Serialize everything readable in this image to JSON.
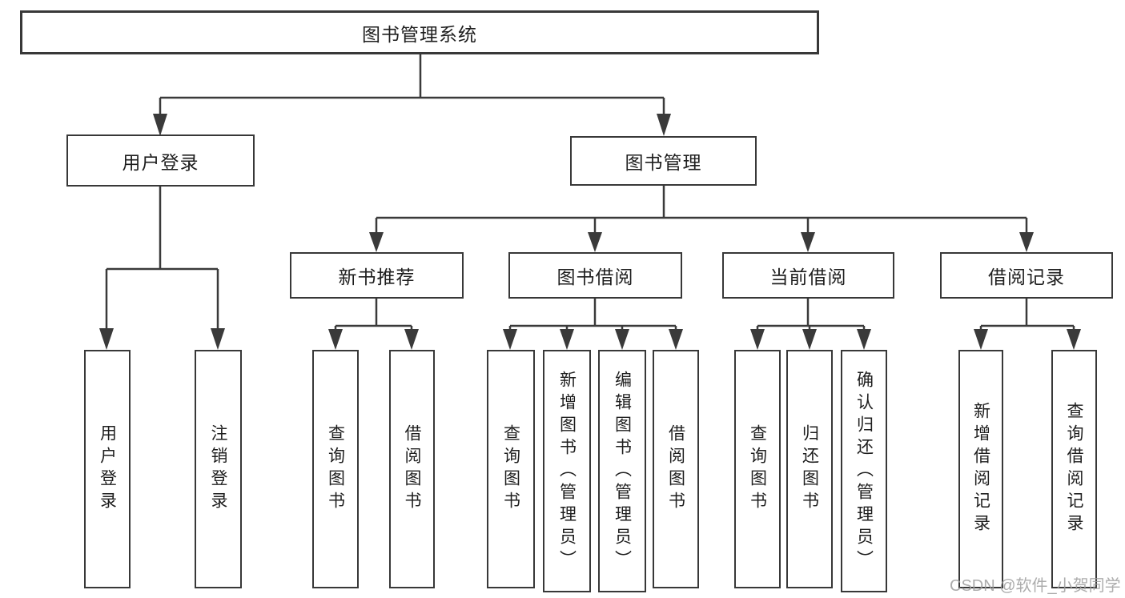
{
  "tree": {
    "label": "图书管理系统",
    "children": [
      {
        "label": "用户登录",
        "children": [
          {
            "label": "用户登录"
          },
          {
            "label": "注销登录"
          }
        ]
      },
      {
        "label": "图书管理",
        "children": [
          {
            "label": "新书推荐",
            "children": [
              {
                "label": "查询图书"
              },
              {
                "label": "借阅图书"
              }
            ]
          },
          {
            "label": "图书借阅",
            "children": [
              {
                "label": "查询图书"
              },
              {
                "label": "新增图书（管理员）"
              },
              {
                "label": "编辑图书（管理员）"
              },
              {
                "label": "借阅图书"
              }
            ]
          },
          {
            "label": "当前借阅",
            "children": [
              {
                "label": "查询图书"
              },
              {
                "label": "归还图书"
              },
              {
                "label": "确认归还（管理员）"
              }
            ]
          },
          {
            "label": "借阅记录",
            "children": [
              {
                "label": "新增借阅记录"
              },
              {
                "label": "查询借阅记录"
              }
            ]
          }
        ]
      }
    ]
  },
  "watermark": {
    "text": "CSDN @软件_小贺同学"
  },
  "colors": {
    "line": "#3a3a3a",
    "text": "#1e1e1e",
    "watermark": "#9e9e9e",
    "background": "#ffffff"
  }
}
